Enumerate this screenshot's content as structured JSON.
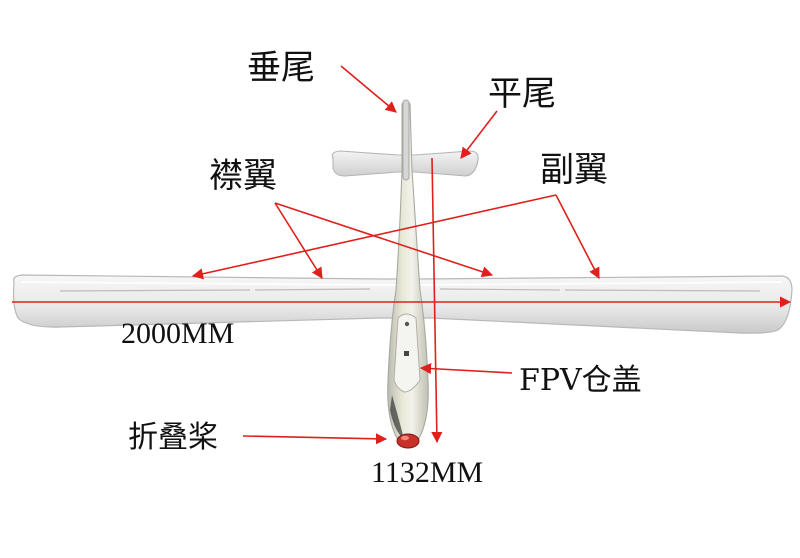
{
  "labels": {
    "vertical_tail": "垂尾",
    "horizontal_tail": "平尾",
    "flaps": "襟翼",
    "ailerons": "副翼",
    "wingspan": "2000MM",
    "fpv_hatch": "FPV仓盖",
    "folding_prop": "折叠桨",
    "length": "1132MM"
  },
  "colors": {
    "arrow": "#e0201c",
    "text": "#111111",
    "airframe": "#ececec",
    "airframe_shadow": "#bdbdbd",
    "fuselage_tint": "#d9dcb4",
    "spinner": "#c8302a"
  }
}
